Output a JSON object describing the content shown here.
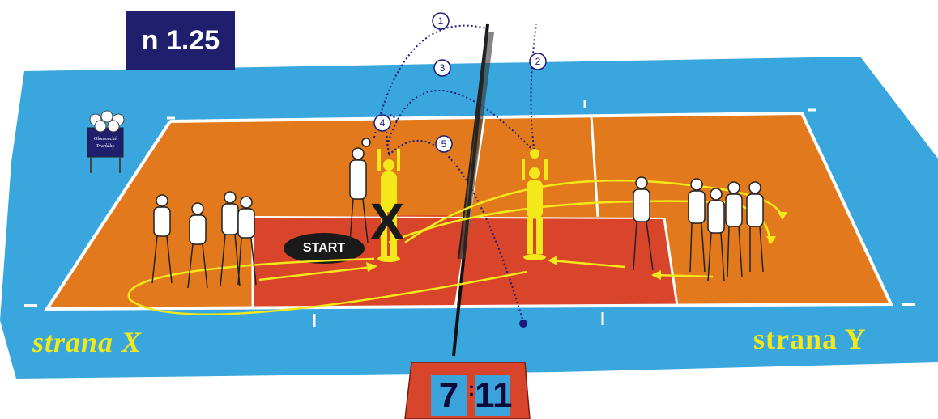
{
  "title_badge": "n 1.25",
  "side_x_label": "strana X",
  "side_y_label": "strana Y",
  "start_label": "START",
  "player_mark": "X",
  "scoreboard": {
    "home": "7",
    "away": "11"
  },
  "ball_cart_label": [
    "Olomoucké",
    "Tvarůžky"
  ],
  "trajectory_numbers": [
    "1",
    "2",
    "3",
    "4",
    "5"
  ],
  "colors": {
    "floor": "#39a7dd",
    "court": "#e27a1d",
    "attack_zone": "#d9452a",
    "trajectory": "#1a1a7a",
    "movement_arrow": "#f2e81a",
    "badge": "#1f1f6e",
    "scoreboard": "#d9452a"
  }
}
